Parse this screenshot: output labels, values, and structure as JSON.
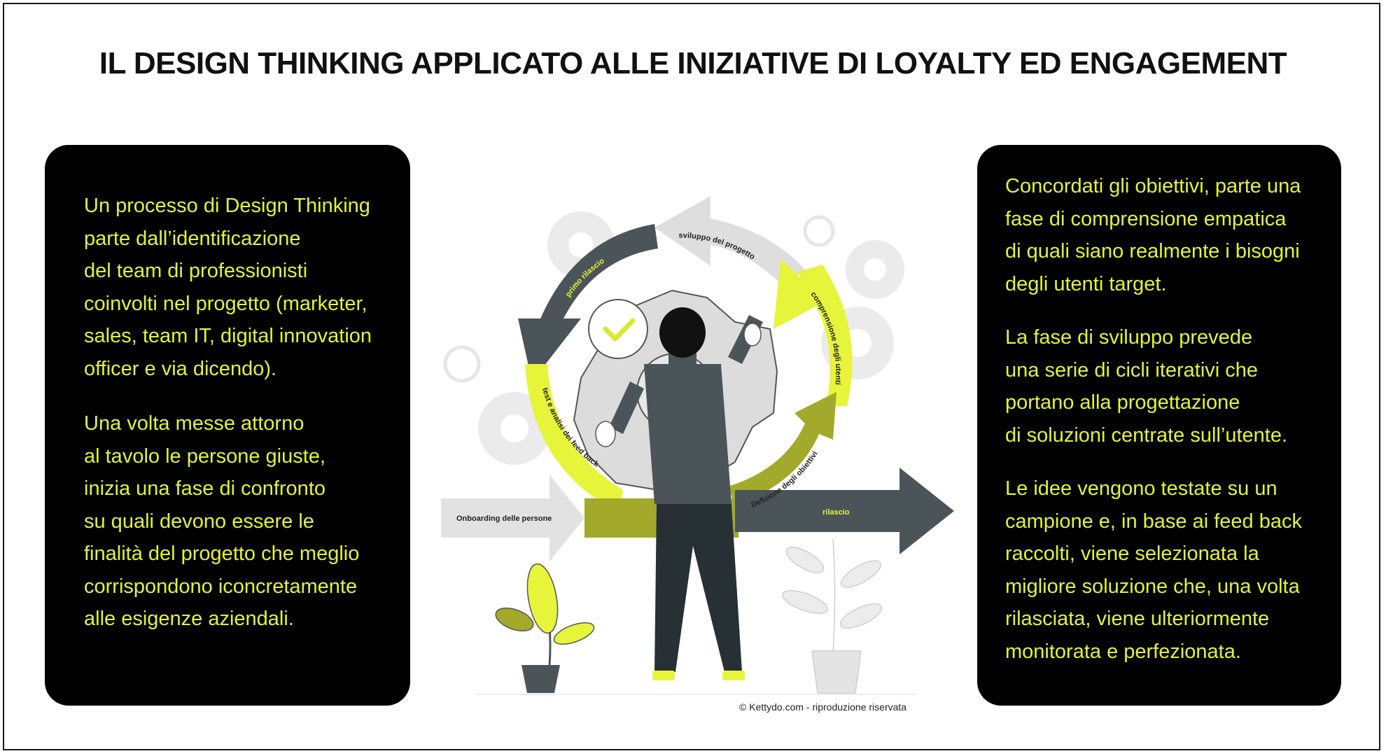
{
  "title": "IL DESIGN THINKING APPLICATO ALLE INIZIATIVE DI LOYALTY ED ENGAGEMENT",
  "left_panel": {
    "paragraphs": [
      "Un processo di Design Thinking\nparte dall’identificazione\ndel team di professionisti\ncoinvolti nel progetto (marketer,\nsales, team IT, digital innovation\nofficer e via dicendo).",
      "Una volta messe attorno\nal tavolo le persone giuste,\ninizia una fase di confronto\nsu quali devono essere le\nfinalità del progetto che meglio\ncorrispondono iconcretamente\nalle esigenze aziendali."
    ]
  },
  "right_panel": {
    "paragraphs": [
      "Concordati gli obiettivi, parte una\nfase di comprensione empatica\ndi quali siano realmente i bisogni\ndegli utenti target.",
      "La fase di sviluppo prevede\nuna serie di cicli iterativi che\nportano alla progettazione\ndi soluzioni centrate sull’utente.",
      "Le idee vengono testate su un\ncampione e, in base ai feed back\nraccolti, viene selezionata la\nmigliore soluzione che, una volta\nrilasciata, viene ulteriormente\nmonitorata e perfezionata."
    ]
  },
  "diagram": {
    "onboarding": "Onboarding delle persone",
    "rilascio": "rilascio",
    "definizione": "Defizione degli obiettivi",
    "comprensione": "comprensione degli utenti",
    "sviluppo": "sviluppo del progetto",
    "primo_rilascio": "primo rilascio",
    "test": "test e analisi dei feed back"
  },
  "credit": "© Kettydo.com - riproduzione riservata",
  "colors": {
    "background": "#ffffff",
    "panel": "#000000",
    "panel_text": "#e3f23a",
    "accent_lime": "#e6f53a",
    "olive": "#a3a92a",
    "slate": "#4b5559",
    "light_gray": "#e2e2e2"
  }
}
